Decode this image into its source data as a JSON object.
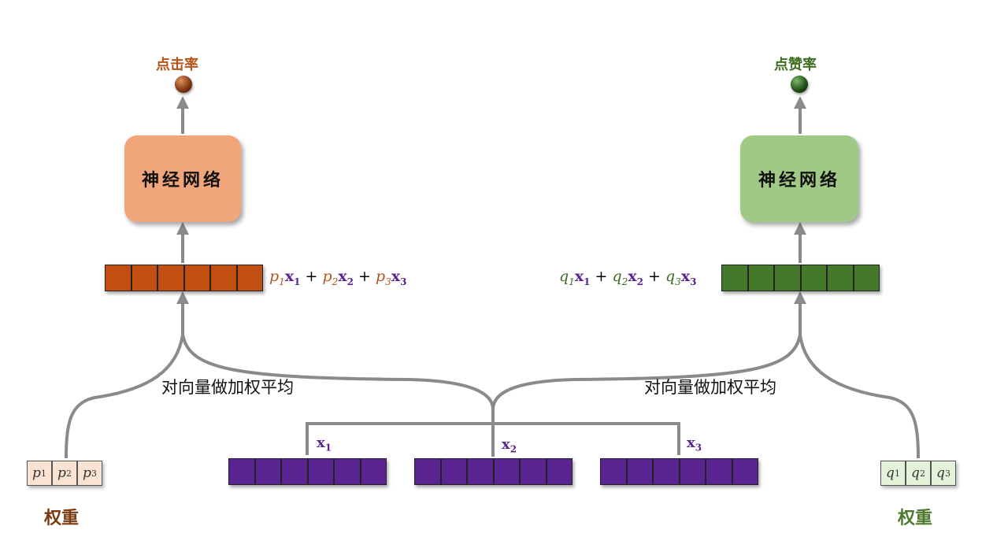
{
  "left_branch": {
    "output_label": "点击率",
    "network_label": "神经网络",
    "coef_symbol": "p",
    "weights_label": "权重",
    "average_label": "对向量做加权平均",
    "colors": {
      "text": "#b4551a",
      "node": "#7a3410",
      "network_box": "#f1a57a",
      "vector": "#c24f12",
      "weight_cell": "#fbe3d4",
      "weights_label": "#7a3a10"
    }
  },
  "right_branch": {
    "output_label": "点赞率",
    "network_label": "神经网络",
    "coef_symbol": "q",
    "weights_label": "权重",
    "average_label": "对向量做加权平均",
    "colors": {
      "text": "#3f6d22",
      "node": "#1f4a14",
      "network_box": "#a0c985",
      "vector": "#44782a",
      "weight_cell": "#e4f2da",
      "weights_label": "#4c7a2c"
    }
  },
  "input_vectors": {
    "symbol": "x",
    "indices": [
      "1",
      "2",
      "3"
    ],
    "color": "#5b2591"
  },
  "subscripts": [
    "1",
    "2",
    "3"
  ],
  "plus_sign": "+",
  "connector_color": "#8a8a8a"
}
